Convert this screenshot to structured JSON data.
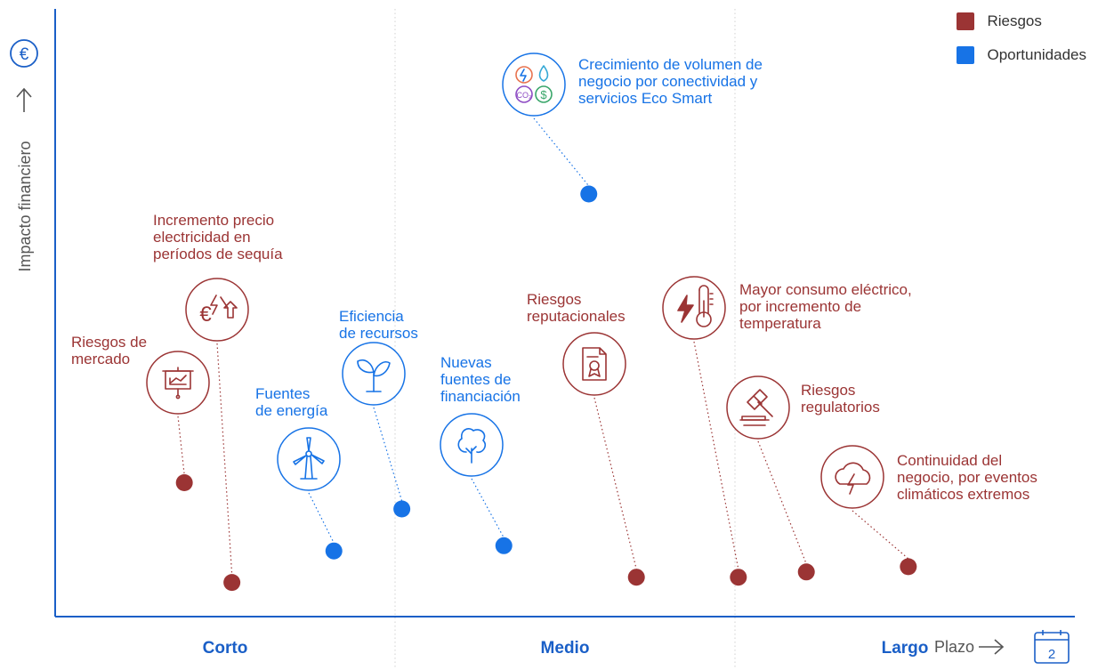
{
  "colors": {
    "risk": "#9B3434",
    "opportunity": "#1773E6",
    "axis": "#1a5fc7",
    "text": "#444444",
    "divider": "#d0d0d0"
  },
  "axes": {
    "ylabel": "Impacto financiero",
    "xlabel": "Plazo",
    "categories": [
      "Corto",
      "Medio",
      "Largo"
    ],
    "y_icon": "euro-icon",
    "x_icon": "calendar-icon",
    "calendar_number": "2"
  },
  "legend": {
    "position": "top-right",
    "items": [
      {
        "label": "Riesgos",
        "kind": "risk"
      },
      {
        "label": "Oportunidades",
        "kind": "opportunity"
      }
    ]
  },
  "chart_data": {
    "type": "scatter",
    "xlabel": "Plazo",
    "ylabel": "Impacto financiero",
    "categories": [
      "Corto",
      "Medio",
      "Largo"
    ],
    "xlim": [
      0,
      3
    ],
    "ylim": [
      0,
      10
    ],
    "grid": false,
    "series": [
      {
        "name": "Riesgos",
        "points": [
          {
            "id": "mercado",
            "label": [
              "Riesgos de",
              "mercado"
            ],
            "x": 0.38,
            "y": 2.5,
            "icon": "presentation-chart-icon"
          },
          {
            "id": "electricidad",
            "label": [
              "Incremento precio",
              "electricidad en",
              "períodos de sequía"
            ],
            "x": 0.52,
            "y": 0.6,
            "icon": "euro-lightning-icon"
          },
          {
            "id": "reputacionales",
            "label": [
              "Riesgos",
              "reputacionales"
            ],
            "x": 1.71,
            "y": 0.7,
            "icon": "certificate-document-icon"
          },
          {
            "id": "consumo",
            "label": [
              "Mayor consumo eléctrico,",
              "por incremento de",
              "temperatura"
            ],
            "x": 2.01,
            "y": 0.7,
            "icon": "thermometer-lightning-icon"
          },
          {
            "id": "regulatorios",
            "label": [
              "Riesgos",
              "regulatorios"
            ],
            "x": 2.21,
            "y": 0.8,
            "icon": "gavel-icon"
          },
          {
            "id": "continuidad",
            "label": [
              "Continuidad del",
              "negocio, por eventos",
              "climáticos extremos"
            ],
            "x": 2.51,
            "y": 0.9,
            "icon": "storm-cloud-icon"
          }
        ]
      },
      {
        "name": "Oportunidades",
        "points": [
          {
            "id": "energia",
            "label": [
              "Fuentes",
              "de energía"
            ],
            "x": 0.82,
            "y": 1.2,
            "icon": "wind-turbine-icon"
          },
          {
            "id": "eficiencia",
            "label": [
              "Eficiencia",
              "de recursos"
            ],
            "x": 1.02,
            "y": 2.0,
            "icon": "sprout-icon"
          },
          {
            "id": "financiacion",
            "label": [
              "Nuevas",
              "fuentes de",
              "financiación"
            ],
            "x": 1.32,
            "y": 1.3,
            "icon": "tree-icon"
          },
          {
            "id": "crecimiento",
            "label": [
              "Crecimiento de volumen de",
              "negocio por conectividad y",
              "servicios Eco Smart"
            ],
            "x": 1.57,
            "y": 8.0,
            "icon": "eco-smart-icon"
          }
        ]
      }
    ]
  }
}
